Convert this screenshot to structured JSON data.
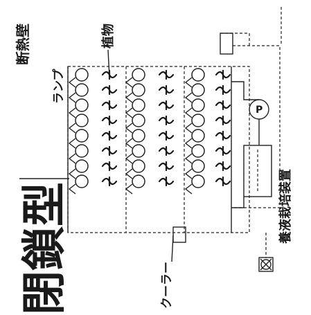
{
  "labels": {
    "insulation_wall": "断熱壁",
    "plants": "植物",
    "lamp": "ランプ",
    "cooler": "クーラー",
    "hydroponic_device": "養液栽培装置",
    "pump": "P",
    "title_fragment": "閉鎖型"
  },
  "colors": {
    "ink": "#1a1a1a",
    "paper": "#ffffff"
  }
}
